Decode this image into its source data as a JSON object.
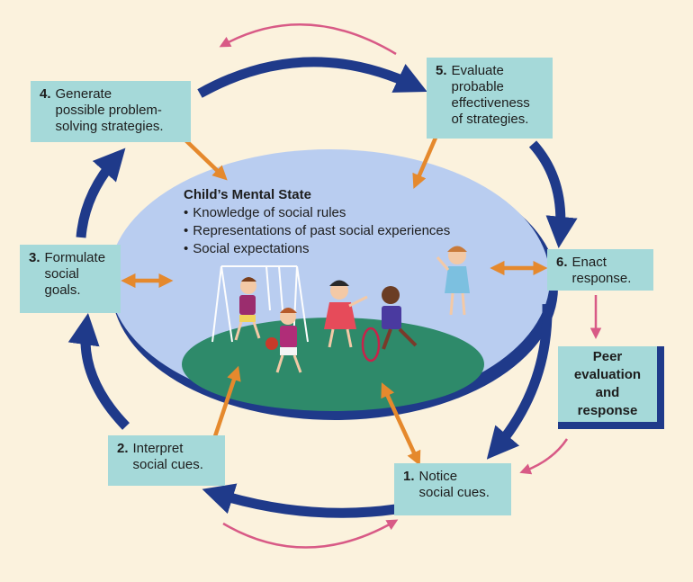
{
  "colors": {
    "background": "#fbf2dd",
    "box": "#a5d9d9",
    "cycle_arrow": "#1f3a8a",
    "double_arrow": "#e5892d",
    "pink_arrow": "#d85a86",
    "ellipse": "#b9cdf0",
    "ground": "#2e8a6a"
  },
  "mental_state": {
    "title": "Child’s Mental State",
    "items": [
      "Knowledge of social rules",
      "Representations of past social experiences",
      "Social expectations"
    ]
  },
  "steps": [
    {
      "num": "1.",
      "label": "Notice\nsocial cues."
    },
    {
      "num": "2.",
      "label": "Interpret\nsocial cues."
    },
    {
      "num": "3.",
      "label": "Formulate\nsocial\ngoals."
    },
    {
      "num": "4.",
      "label": "Generate\npossible problem-\nsolving strategies."
    },
    {
      "num": "5.",
      "label": "Evaluate\nprobable\neffectiveness\nof strategies."
    },
    {
      "num": "6.",
      "label": "Enact\nresponse."
    }
  ],
  "peer": {
    "label": "Peer\nevaluation\nand\nresponse"
  },
  "icons": [
    "child-with-ball-figure",
    "child-on-swing-figure",
    "child-dancing-figure",
    "child-with-hoop-figure",
    "child-waving-figure",
    "swing-set-figure"
  ]
}
